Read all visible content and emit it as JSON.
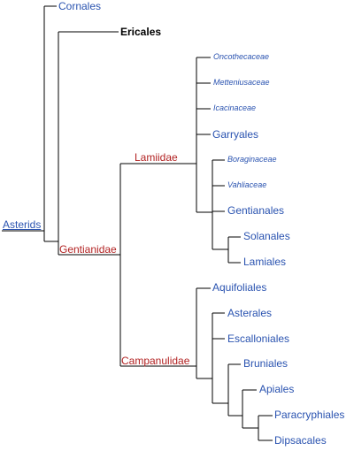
{
  "root": {
    "label": "Asterids"
  },
  "orders": {
    "cornales": "Cornales",
    "ericales": "Ericales",
    "oncothecaceae": "Oncothecaceae",
    "metteniusaceae": "Metteniusaceae",
    "icacinaceae": "Icacinaceae",
    "garryales": "Garryales",
    "boraginaceae": "Boraginaceae",
    "vahliaceae": "Vahliaceae",
    "gentianales": "Gentianales",
    "solanales": "Solanales",
    "lamiales": "Lamiales",
    "aquifoliales": "Aquifoliales",
    "asterales": "Asterales",
    "escalloniales": "Escalloniales",
    "bruniales": "Bruniales",
    "apiales": "Apiales",
    "paracryphiales": "Paracryphiales",
    "dipsacales": "Dipsacales"
  },
  "clades": {
    "gentianidae": "Gentianidae",
    "lamiidae": "Lamiidae",
    "campanulidae": "Campanulidae"
  },
  "colors": {
    "link": "#2a53b0",
    "clade": "#b22222",
    "line": "#000000"
  }
}
